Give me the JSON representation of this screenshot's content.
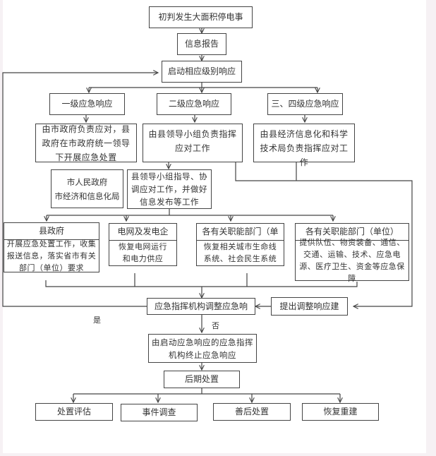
{
  "diagram": {
    "nodes": {
      "start": "初判发生大面积停电事",
      "report": "信息报告",
      "activate": "启动相应级别响应",
      "level1": "一级应急响应",
      "level2": "二级应急响应",
      "level34": "三、四级应急响应",
      "level1_desc": "由市政府负责应对，县政府在市政府统一领导下开展应急处置",
      "level2_desc": "由县领导小组负责指挥应对工作",
      "level34_desc": "由县经济信息化和科学技术局负责指挥应对工作",
      "city_gov": "市人民政府\n市经济和信息化局",
      "county_group": "县领导小组指导、协调应对工作，并做好信息发布等工作",
      "county_gov_title": "县政府",
      "county_gov_body": "开展应急处置工作，收集报送信息，落实省市有关部门（单位）要求",
      "grid_title": "电网及发电企",
      "grid_body": "恢复电网运行和电力供应",
      "dept1_title": "各有关职能部门（单",
      "dept1_body": "恢复相关城市生命线系统、社会民生系统",
      "dept2_title": "各有关职能部门（单位）",
      "dept2_body": "提供队伍、物资装备、通信、交通、运输、技术、应急电源、医疗卫生、资金等应急保障",
      "adjust": "应急指挥机构调整应急响",
      "propose": "提出调整响应建",
      "terminate": "由启动应急响应的应急指挥机构终止应急响应",
      "aftermath": "后期处置",
      "eval": "处置评估",
      "investigate": "事件调查",
      "rehab": "善后处置",
      "rebuild": "恢复重建"
    },
    "labels": {
      "yes": "是",
      "no": "否"
    }
  }
}
